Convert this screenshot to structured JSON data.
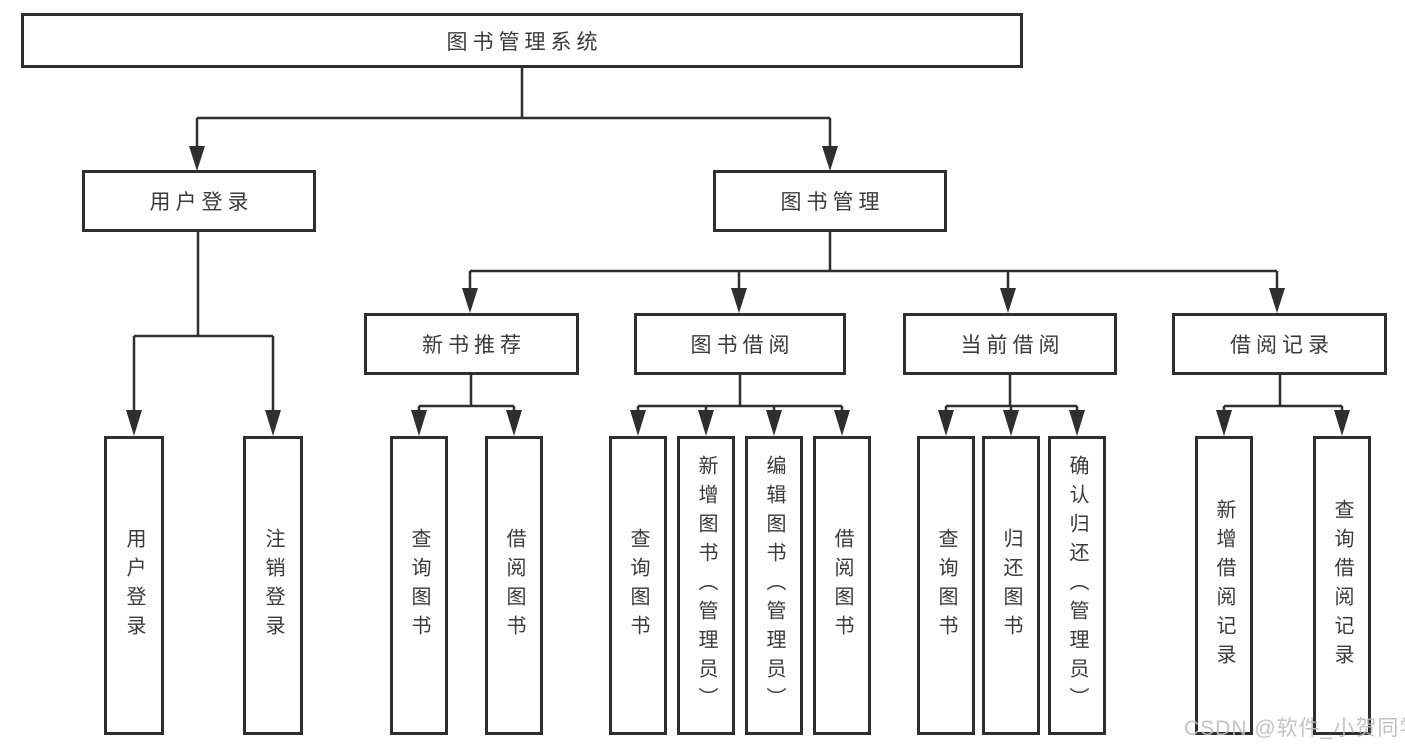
{
  "tree": {
    "root": "图书管理系统",
    "level2": {
      "user_login": "用户登录",
      "book_mgmt": "图书管理"
    },
    "level3": {
      "new_books": "新书推荐",
      "book_borrow": "图书借阅",
      "current_borrow": "当前借阅",
      "borrow_records": "借阅记录"
    },
    "leaves": {
      "login": [
        "用户登录",
        "注销登录"
      ],
      "new_books": [
        "查询图书",
        "借阅图书"
      ],
      "book_borrow": [
        "查询图书",
        "新增图书（管理员）",
        "编辑图书（管理员）",
        "借阅图书"
      ],
      "current_borrow": [
        "查询图书",
        "归还图书",
        "确认归还（管理员）"
      ],
      "borrow_records": [
        "新增借阅记录",
        "查询借阅记录"
      ]
    }
  },
  "watermark": "CSDN @软件_小贺同学",
  "colors": {
    "line": "#2f2f2f",
    "box_border": "#2f2f2f",
    "text": "#3a3a3a",
    "watermark": "#bdbdbd",
    "background": "#ffffff"
  }
}
